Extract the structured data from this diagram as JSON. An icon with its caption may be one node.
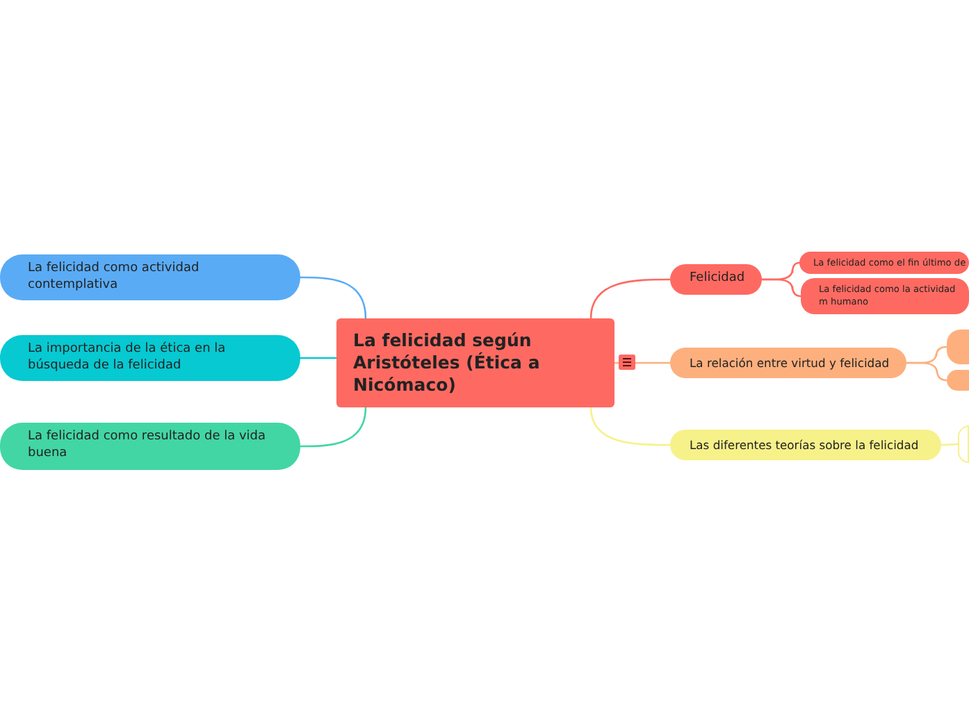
{
  "diagram": {
    "nodes": [
      {
        "text": [
          "La felicidad según Aristóteles (Ética a Nicómaco)"
        ]
      },
      {
        "text": [
          "La felicidad como actividad contemplativa"
        ]
      },
      {
        "text": [
          "La importancia de la ética en la búsqueda de la felicidad"
        ]
      },
      {
        "text": [
          "La felicidad como resultado de la vida buena"
        ]
      },
      {
        "text": [
          "Felicidad"
        ]
      },
      {
        "text": [
          "La relación entre virtud y felicidad"
        ]
      },
      {
        "text": [
          "Las diferentes teorías sobre la felicidad"
        ]
      },
      {
        "text": [
          "La felicidad como el fin último de"
        ]
      },
      {
        "text": [
          "La felicidad como la actividad m humano"
        ]
      },
      {
        "text": [],
        "shape": "box"
      },
      {
        "text": [],
        "shape": "box"
      },
      {
        "text": [],
        "shape": "box"
      }
    ],
    "edges": [
      {
        "from": 0,
        "to": 1,
        "arrow": "none",
        "color": "#5aabf5"
      },
      {
        "from": 0,
        "to": 2,
        "arrow": "none",
        "color": "#06c9d1"
      },
      {
        "from": 0,
        "to": 3,
        "arrow": "none",
        "color": "#42d6a4"
      },
      {
        "from": 0,
        "to": 4,
        "arrow": "none",
        "color": "#fe6a62"
      },
      {
        "from": 0,
        "to": 5,
        "arrow": "none",
        "color": "#fdb07e"
      },
      {
        "from": 0,
        "to": 6,
        "arrow": "none",
        "color": "#f7f18a"
      },
      {
        "from": 4,
        "to": 7,
        "arrow": "none",
        "color": "#fe6a62"
      },
      {
        "from": 4,
        "to": 8,
        "arrow": "none",
        "color": "#fe6a62"
      },
      {
        "from": 5,
        "to": 9,
        "arrow": "none",
        "color": "#fdb07e"
      },
      {
        "from": 5,
        "to": 10,
        "arrow": "none",
        "color": "#fdb07e"
      },
      {
        "from": 6,
        "to": 11,
        "arrow": "none",
        "color": "#f7f18a"
      }
    ]
  }
}
